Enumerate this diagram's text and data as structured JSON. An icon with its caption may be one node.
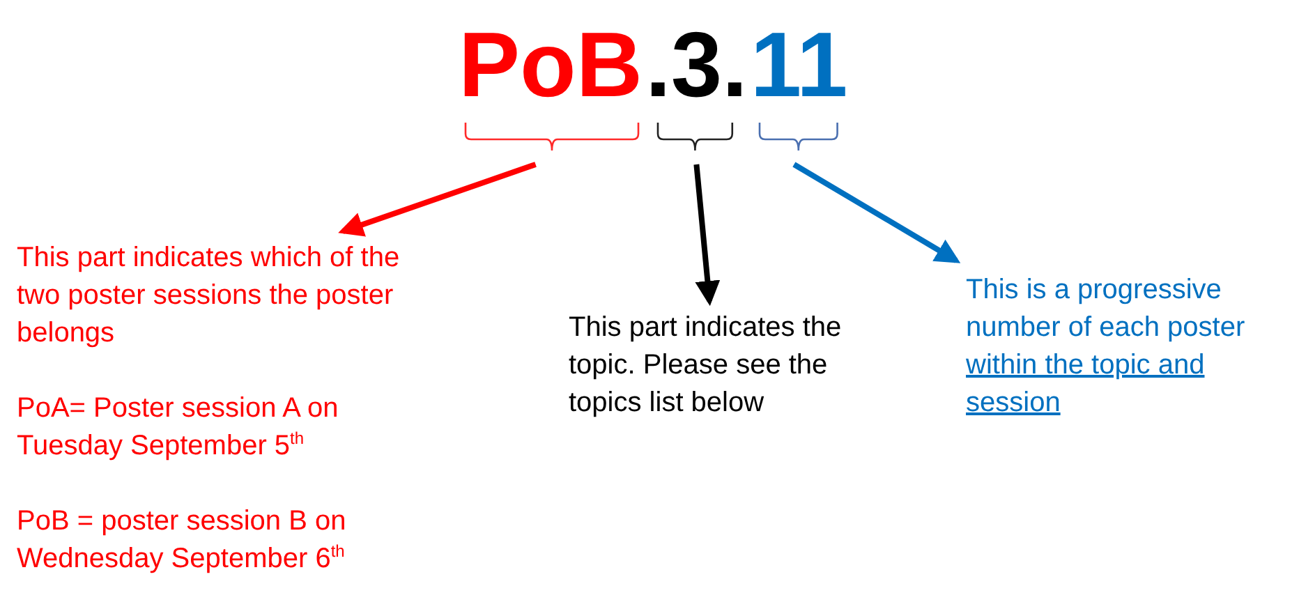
{
  "diagram": {
    "nodes": [
      {
        "text": [
          "PoB"
        ]
      },
      {
        "text": [
          ".3."
        ]
      },
      {
        "text": [
          "11"
        ]
      },
      {
        "text": [
          "This part indicates which of the two poster sessions the poster belongs",
          "PoA= Poster session A on Tuesday September 5$^{th}$",
          "PoB = poster session B on Wednesday September 6$^{th}$"
        ]
      },
      {
        "text": [
          "This part indicates the topic. Please see the topics list below"
        ]
      },
      {
        "text": [
          "This is a progressive number of each poster",
          "within the topic and session"
        ]
      }
    ],
    "edges": [
      {
        "from": 0,
        "to": 3,
        "arrow": "to",
        "color": "#ff0000"
      },
      {
        "from": 1,
        "to": 4,
        "arrow": "to",
        "color": "#000000"
      },
      {
        "from": 2,
        "to": 5,
        "arrow": "to",
        "color": "#0070c0"
      }
    ]
  }
}
